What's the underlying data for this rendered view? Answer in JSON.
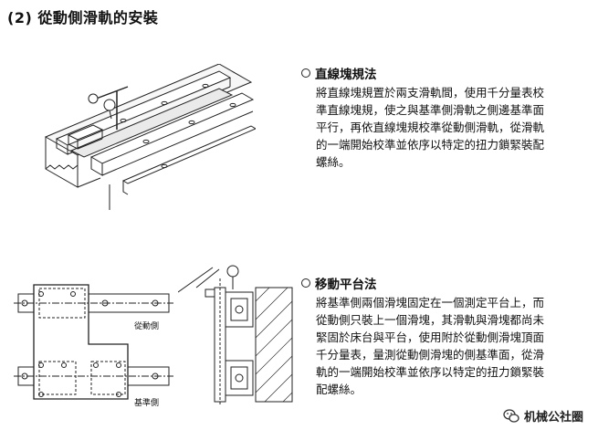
{
  "page_title": "(2) 從動側滑軌的安裝",
  "sections": [
    {
      "heading": "直線塊規法",
      "lines": [
        "將直線塊規置於兩支滑軌間，使用千分量表校",
        "準直線塊規，使之與基準側滑軌之側邊基準面",
        "平行，再依直線塊規校準從動側滑軌，從滑軌",
        "的一端開始校準並依序以特定的扭力鎖緊裝配",
        "螺絲。"
      ]
    },
    {
      "heading": "移動平台法",
      "lines": [
        "將基準側兩個滑塊固定在一個測定平台上，而",
        "從動側只裝上一個滑塊，其滑軌與滑塊都尚未",
        "緊固於床台與平台，使用附於從動側滑塊頂面",
        "千分量表，量測從動側滑塊的側基準面，從滑",
        "軌的一端開始校準並依序以特定的扭力鎖緊裝",
        "配螺絲。"
      ]
    }
  ],
  "figure_labels": {
    "driven_side": "從動側",
    "reference_side": "基準側"
  },
  "watermark": {
    "text": "机械公社圈",
    "icon": "wechat-icon"
  }
}
